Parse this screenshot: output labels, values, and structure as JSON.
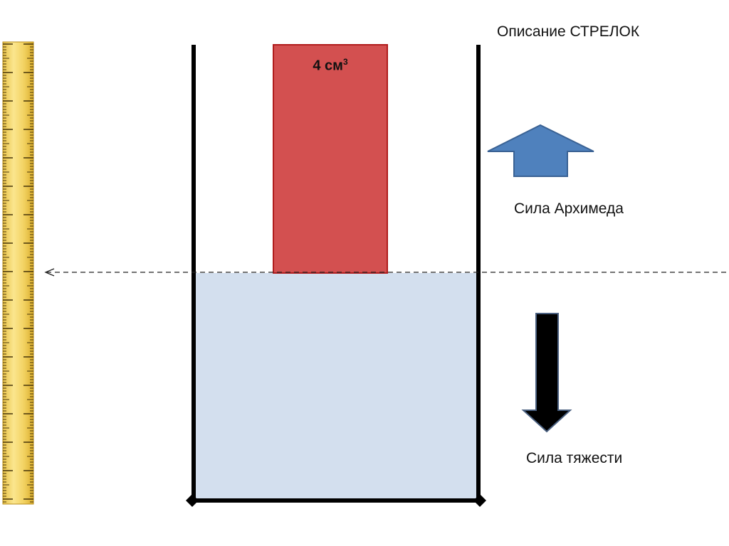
{
  "title": "Описание СТРЕЛОК",
  "block": {
    "volume_value": "4 см",
    "volume_exponent": "3"
  },
  "arrows": {
    "archimedes_label": "Сила Архимеда",
    "gravity_label": "Сила тяжести"
  },
  "colors": {
    "block_fill": "#d35050",
    "block_stroke": "#b01c1c",
    "water_fill": "#d3dfee",
    "archimedes_arrow": "#4f81bd",
    "archimedes_arrow_stroke": "#3a6294",
    "gravity_arrow": "#000000",
    "gravity_arrow_stroke": "#4a6080",
    "ruler_fill": "#f2d56a",
    "vessel": "#000000"
  }
}
